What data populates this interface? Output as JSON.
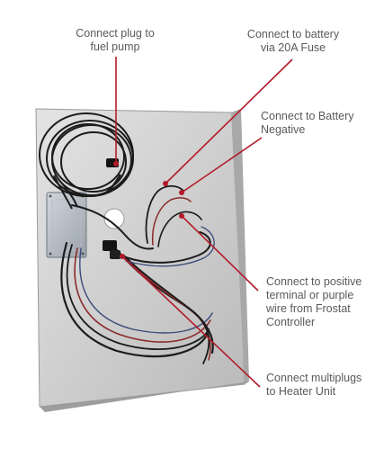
{
  "callouts": {
    "fuel_pump": "Connect plug to\nfuel pump",
    "battery_fuse": "Connect to battery\nvia 20A Fuse",
    "battery_negative": "Connect to Battery\nNegative",
    "positive_terminal": "Connect to positive\nterminal or purple\nwire from Frostat\nController",
    "multiplugs": "Connect multiplugs\nto Heater Unit"
  },
  "colors": {
    "leader": "#b31b2a",
    "label_text": "#5a5a5a",
    "panel": "#cfcfcf",
    "wire": "#1b1b1b",
    "wire_red": "#8a2a2a",
    "wire_blue": "#3a4a7a"
  }
}
